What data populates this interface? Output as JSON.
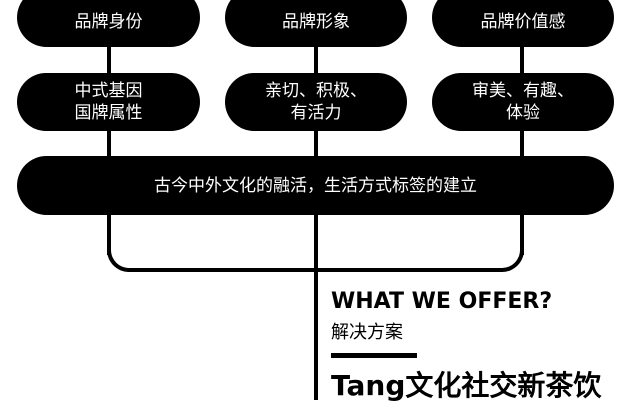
{
  "columns": [
    {
      "top": "品牌身份",
      "middle_line1": "中式基因",
      "middle_line2": "国牌属性"
    },
    {
      "top": "品牌形象",
      "middle_line1": "亲切、积极、",
      "middle_line2": "有活力"
    },
    {
      "top": "品牌价值感",
      "middle_line1": "审美、有趣、",
      "middle_line2": "体验"
    }
  ],
  "summary": "古今中外文化的融活，生活方式标签的建立",
  "offer": {
    "title": "WHAT WE OFFER?",
    "subtitle": "解决方案",
    "brand": "Tang文化社交新茶饮"
  },
  "colors": {
    "pill": "#000000",
    "pill_text": "#ffffff",
    "background": "#ffffff"
  }
}
